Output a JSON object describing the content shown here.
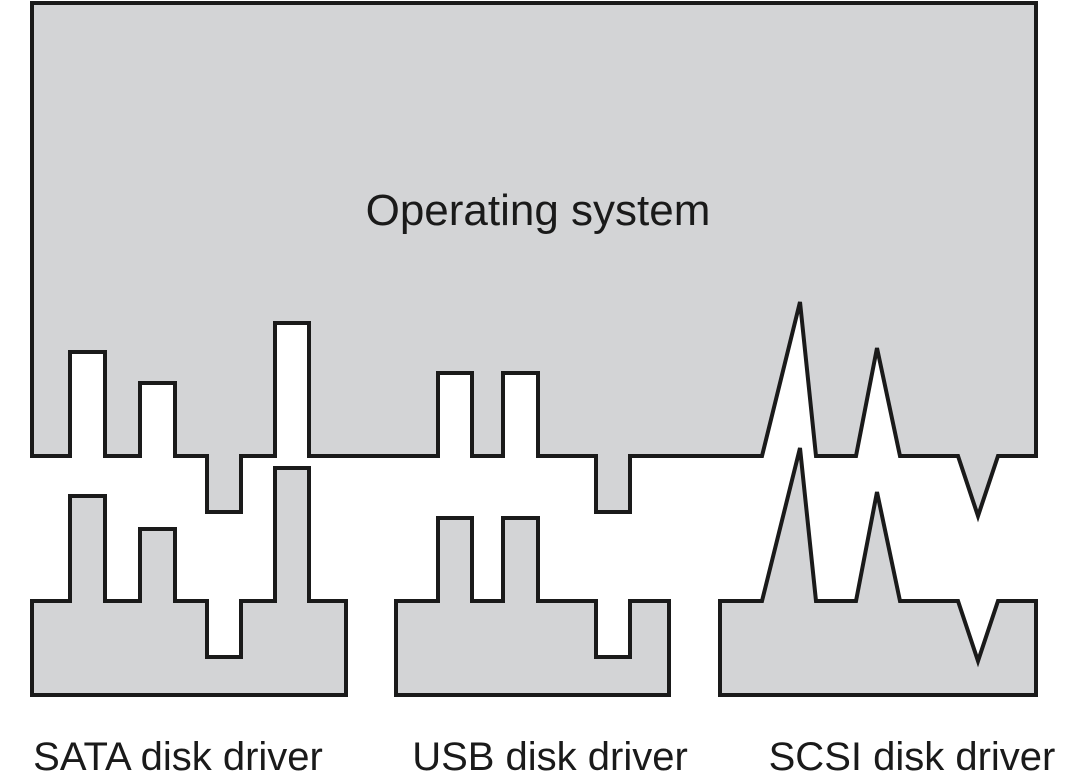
{
  "diagram": {
    "os_label": "Operating system",
    "drivers": [
      {
        "label": "SATA disk driver"
      },
      {
        "label": "USB disk driver"
      },
      {
        "label": "SCSI disk driver"
      }
    ]
  },
  "colors": {
    "shape_fill": "#d3d4d6",
    "outline": "#1a1a1a",
    "background": "#ffffff"
  }
}
